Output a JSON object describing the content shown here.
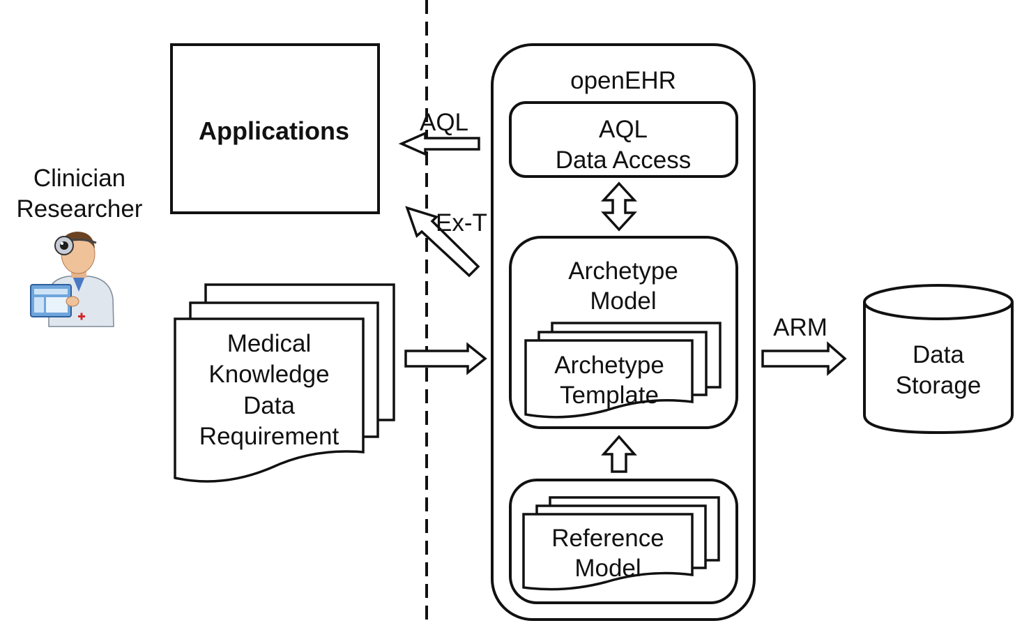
{
  "actor": {
    "line1": "Clinician",
    "line2": "Researcher",
    "icon": "doctor-icon"
  },
  "applications": {
    "label": "Applications"
  },
  "requirements_doc": {
    "lines": [
      "Medical",
      "Knowledge",
      "Data",
      "Requirement"
    ]
  },
  "arrows": {
    "aql": "AQL",
    "ext": "Ex-T",
    "arm": "ARM"
  },
  "openehr": {
    "title": "openEHR",
    "aql_box": {
      "line1": "AQL",
      "line2": "Data Access"
    },
    "archetype_model": {
      "line1": "Archetype",
      "line2": "Model",
      "template": {
        "line1": "Archetype",
        "line2": "Template"
      }
    },
    "reference_model": {
      "line1": "Reference",
      "line2": "Model"
    }
  },
  "storage": {
    "line1": "Data",
    "line2": "Storage"
  }
}
